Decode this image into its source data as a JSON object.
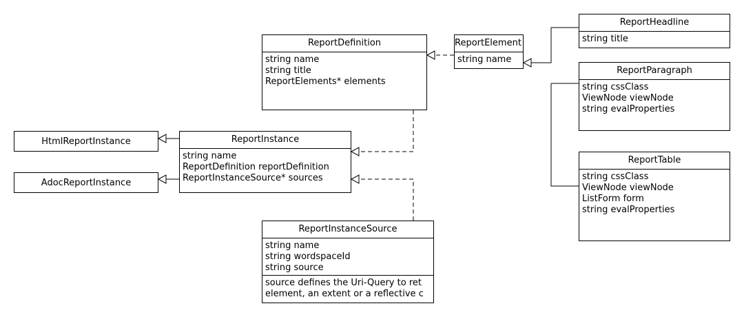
{
  "classes": {
    "report_definition": {
      "name": "ReportDefinition",
      "attributes": [
        "string name",
        "string title",
        "ReportElements* elements"
      ]
    },
    "report_element": {
      "name": "ReportElement",
      "attributes": [
        "string name"
      ]
    },
    "report_headline": {
      "name": "ReportHeadline",
      "attributes": [
        "string title"
      ]
    },
    "report_paragraph": {
      "name": "ReportParagraph",
      "attributes": [
        "string cssClass",
        "ViewNode viewNode",
        "string evalProperties"
      ]
    },
    "report_table": {
      "name": "ReportTable",
      "attributes": [
        "string cssClass",
        "ViewNode viewNode",
        "ListForm form",
        "string evalProperties"
      ]
    },
    "html_report_instance": {
      "name": "HtmlReportInstance"
    },
    "adoc_report_instance": {
      "name": "AdocReportInstance"
    },
    "report_instance": {
      "name": "ReportInstance",
      "attributes": [
        "string name",
        "ReportDefinition reportDefinition",
        "ReportInstanceSource* sources"
      ]
    },
    "report_instance_source": {
      "name": "ReportInstanceSource",
      "attributes": [
        "string name",
        "string wordspaceId",
        "string source"
      ],
      "notes": [
        "source defines the Uri-Query to ret",
        "element, an extent or a reflective c"
      ]
    }
  }
}
